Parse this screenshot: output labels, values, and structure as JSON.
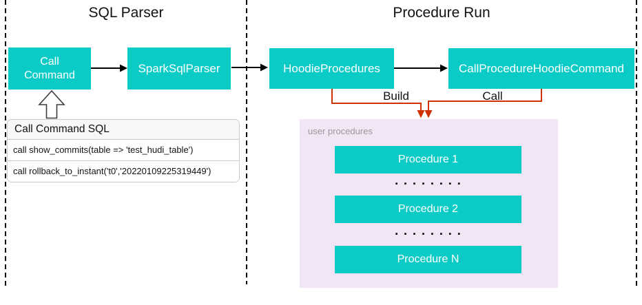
{
  "colors": {
    "teal": "#0bcbc7",
    "panel_purple": "#f2e5f5",
    "connector_orange": "#cc3300",
    "ink": "#000000",
    "muted_label": "#999999",
    "panel_header_bg": "#f7f7f7",
    "panel_border": "#c9c9c9"
  },
  "sections": {
    "sql_parser": {
      "title": "SQL Parser",
      "nodes": {
        "call_command": [
          "Call",
          "Command"
        ],
        "spark_sql_parser": "SparkSqlParser"
      },
      "sql_panel": {
        "header": "Call Command SQL",
        "rows": [
          "call show_commits(table => 'test_hudi_table')",
          "call rollback_to_instant('t0','20220109225319449')"
        ]
      }
    },
    "procedure_run": {
      "title": "Procedure Run",
      "nodes": {
        "hoodie_procedures": "HoodieProcedures",
        "call_procedure_hoodie_command": "CallProcedureHoodieCommand"
      },
      "edge_labels": {
        "build": "Build",
        "call": "Call"
      },
      "user_procedures": {
        "label": "user procedures",
        "items": [
          "Procedure 1",
          "Procedure 2",
          "Procedure N"
        ],
        "dots": "▪ ▪ ▪ ▪ ▪ ▪ ▪ ▪"
      }
    }
  }
}
